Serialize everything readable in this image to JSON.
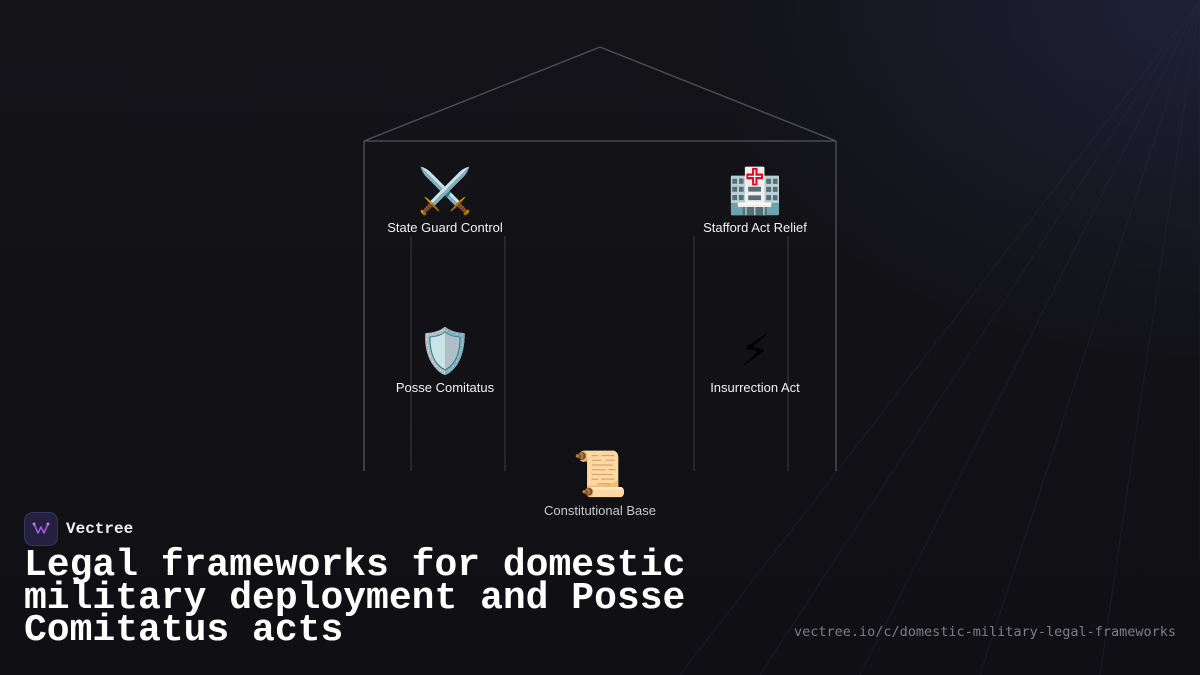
{
  "diagram": {
    "nodes": [
      {
        "id": "state-guard",
        "label": "State Guard Control",
        "icon": "crossed-swords-icon",
        "glyph": "⚔️"
      },
      {
        "id": "stafford",
        "label": "Stafford Act Relief",
        "icon": "hospital-icon",
        "glyph": "🏥"
      },
      {
        "id": "posse",
        "label": "Posse Comitatus",
        "icon": "shield-icon",
        "glyph": "🛡️"
      },
      {
        "id": "insurrection",
        "label": "Insurrection Act",
        "icon": "lightning-icon",
        "glyph": "⚡"
      },
      {
        "id": "constitution",
        "label": "Constitutional Base",
        "icon": "scroll-icon",
        "glyph": "📜"
      }
    ],
    "line_color": "#4a4a50"
  },
  "brand": {
    "name": "Vectree",
    "logo_icon": "vectree-logo-icon",
    "accent": "#a05ad6"
  },
  "title": "Legal frameworks for domestic military deployment and Posse Comitatus acts",
  "url": "vectree.io/c/domestic-military-legal-frameworks"
}
